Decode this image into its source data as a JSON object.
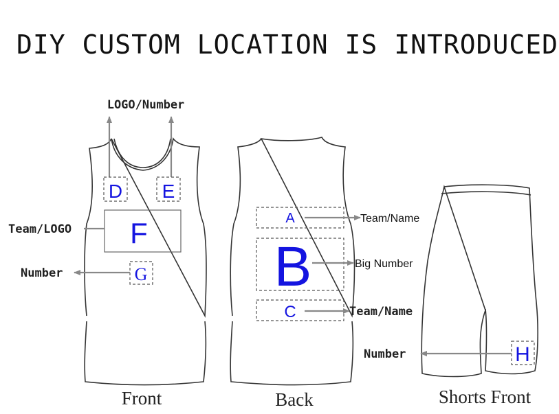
{
  "title": "DIY CUSTOM LOCATION IS INTRODUCED",
  "captions": {
    "front": "Front",
    "back": "Back",
    "shorts": "Shorts Front"
  },
  "front": {
    "top_label": "LOGO/Number",
    "left_label_team": "Team/LOGO",
    "left_label_number": "Number",
    "zones": {
      "d": "D",
      "e": "E",
      "f": "F",
      "g": "G"
    }
  },
  "back": {
    "zones": {
      "a": "A",
      "b": "B",
      "c": "C"
    },
    "labels": {
      "a": "Team/Name",
      "b": "Big Number",
      "c": "Team/Name"
    }
  },
  "shorts": {
    "zones": {
      "h": "H"
    },
    "labels": {
      "h": "Number"
    }
  },
  "colors": {
    "zone_letters": "#1414e0",
    "arrows": "#888888",
    "outline": "#333333"
  }
}
